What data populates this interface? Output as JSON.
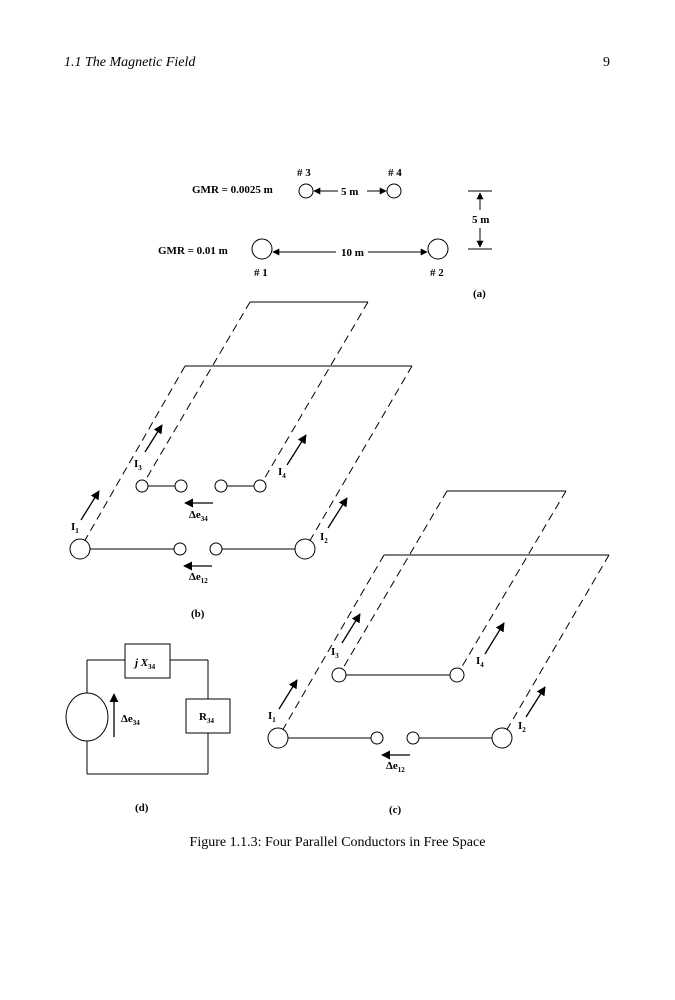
{
  "header": {
    "section": "1.1 The Magnetic Field",
    "page_number": "9"
  },
  "caption": "Figure 1.1.3: Four Parallel Conductors in Free Space",
  "panel_a": {
    "label": "(a)",
    "gmr_small": "GMR = 0.0025 m",
    "gmr_large": "GMR = 0.01 m",
    "c3": "# 3",
    "c4": "# 4",
    "c1": "# 1",
    "c2": "# 2",
    "d34": "5 m",
    "d12": "10 m",
    "vertical": "5 m"
  },
  "panel_b": {
    "label": "(b)",
    "I1": "I",
    "I1s": "1",
    "I2": "I",
    "I2s": "2",
    "I3": "I",
    "I3s": "3",
    "I4": "I",
    "I4s": "4",
    "e34": "Δe",
    "e34s": "34",
    "e12": "Δe",
    "e12s": "12"
  },
  "panel_c": {
    "label": "(c)",
    "I1": "I",
    "I1s": "1",
    "I2": "I",
    "I2s": "2",
    "I3": "I",
    "I3s": "3",
    "I4": "I",
    "I4s": "4",
    "e12": "Δe",
    "e12s": "12"
  },
  "panel_d": {
    "label": "(d)",
    "jx": "j X",
    "jxs": "34",
    "r": "R",
    "rs": "34",
    "e": "Δe",
    "es": "34"
  }
}
